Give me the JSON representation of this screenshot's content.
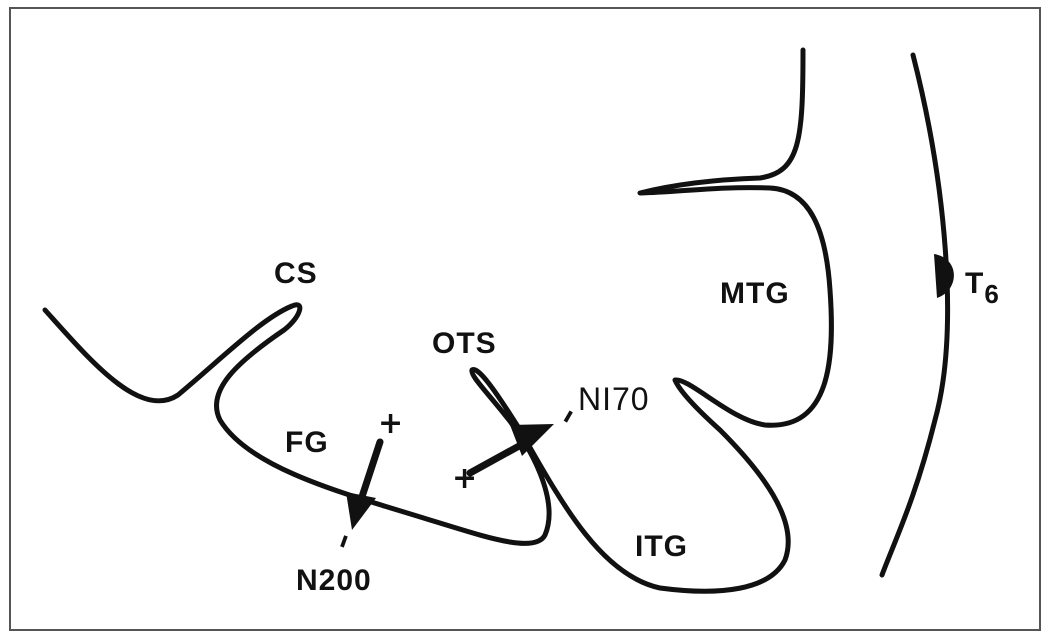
{
  "labels": {
    "cs": "CS",
    "mtg": "MTG",
    "ots": "OTS",
    "fg": "FG",
    "n170": "NI70",
    "itg": "ITG",
    "n200": "N200",
    "t6_main": "T",
    "t6_sub": "6"
  },
  "dipoles": {
    "n200": {
      "positive": "+",
      "negative": "–"
    },
    "n170": {
      "positive": "+",
      "negative": "–"
    }
  },
  "colors": {
    "ink": "#111111",
    "background": "#ffffff",
    "frame": "#555555"
  }
}
